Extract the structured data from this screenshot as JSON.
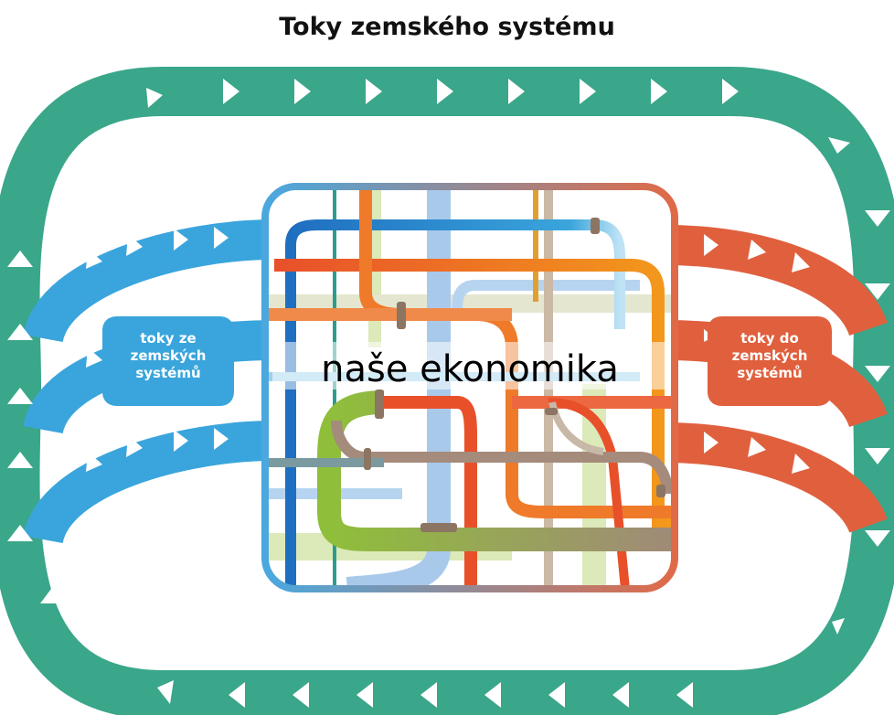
{
  "title": "Toky zemského systému",
  "center_label": "naše ekonomika",
  "inflow_label": [
    "toky ze",
    "zemských",
    "systémů"
  ],
  "outflow_label": [
    "toky do",
    "zemských",
    "systémů"
  ],
  "colors": {
    "earth_loop": "#3aa68a",
    "inflow": "#3aa5dc",
    "outflow": "#e0603e",
    "economy_border_left": "#4aa8df",
    "economy_border_right": "#e06a48"
  }
}
